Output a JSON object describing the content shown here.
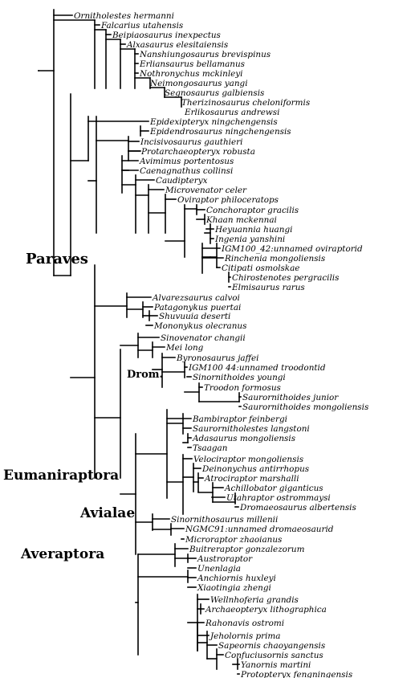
{
  "taxa": [
    "Ornitholestes hermanni",
    "Falcarius utahensis",
    "Beipiaosaurus inexpectus",
    "Alxasaurus elesitaiensis",
    "Nanshiungosaurus brevispinus",
    "Erliansaurus bellamanus",
    "Nothronychus mckinleyi",
    "Neimongosaurus yangi",
    "Segnosaurus galbiensis",
    "Therizinosaurus cheloniformis",
    "Erlikosaurus andrewsi",
    "Epidexipteryx ningchengensis",
    "Epidendrosaurus ningchengensis",
    "Incisivosaurus gauthieri",
    "Protarchaeopteryx robusta",
    "Avimimus portentosus",
    "Caenagnathus collinsi",
    "Caudipteryx",
    "Microvenator celer",
    "Oviraptor philoceratops",
    "Conchoraptor gracilis",
    "Khaan mckennai",
    "Heyuannia huangi",
    "Ingenia yanshini",
    "IGM100_42:unnamed oviraptorid",
    "Rinchenia mongoliensis",
    "Citipati osmolskae",
    "Chirostenotes pergracilis",
    "Elmisaurus rarus",
    "Alvarezsaurus calvoi",
    "Patagonykus puertai",
    "Shuvuuia deserti",
    "Mononykus olecranus",
    "Sinovenator changii",
    "Mei long",
    "Byronosaurus jaffei",
    "IGM100 44:unnamed troodontid",
    "Sinornithoides youngi",
    "Troodon formosus",
    "Saurornithoides junior",
    "Saurornithoides mongoliensis",
    "Bambiraptor feinbergi",
    "Saurornitholestes langstoni",
    "Adasaurus mongoliensis",
    "Tsaagan",
    "Velociraptor mongoliensis",
    "Deinonychus antirrhopus",
    "Atrociraptor marshalli",
    "Achillobator giganticus",
    "Utahraptor ostrommaysi",
    "Dromaeosaurus albertensis",
    "Sinornithosaurus millenii",
    "NGMC91:unnamed dromaeosaurid",
    "Microraptor zhaoianus",
    "Buitreraptor gonzalezorum",
    "Austroraptor",
    "Unenlagia",
    "Anchiornis huxleyi",
    "Xiaotingia zhengi",
    "Wellnhoferia grandis",
    "Archaeopteryx lithographica",
    "Rahonavis ostromi",
    "Jeholornis prima",
    "Sapeornis chaoyangensis",
    "Confuciusornis sanctus",
    "Yanornis martini",
    "Protopteryx fengningensis"
  ],
  "clades": {
    "paraves": "Paraves",
    "drom": "Drom.",
    "eumaniraptora": "Eumaniraptora",
    "avialae": "Avialae",
    "averaptora": "Averaptora"
  }
}
